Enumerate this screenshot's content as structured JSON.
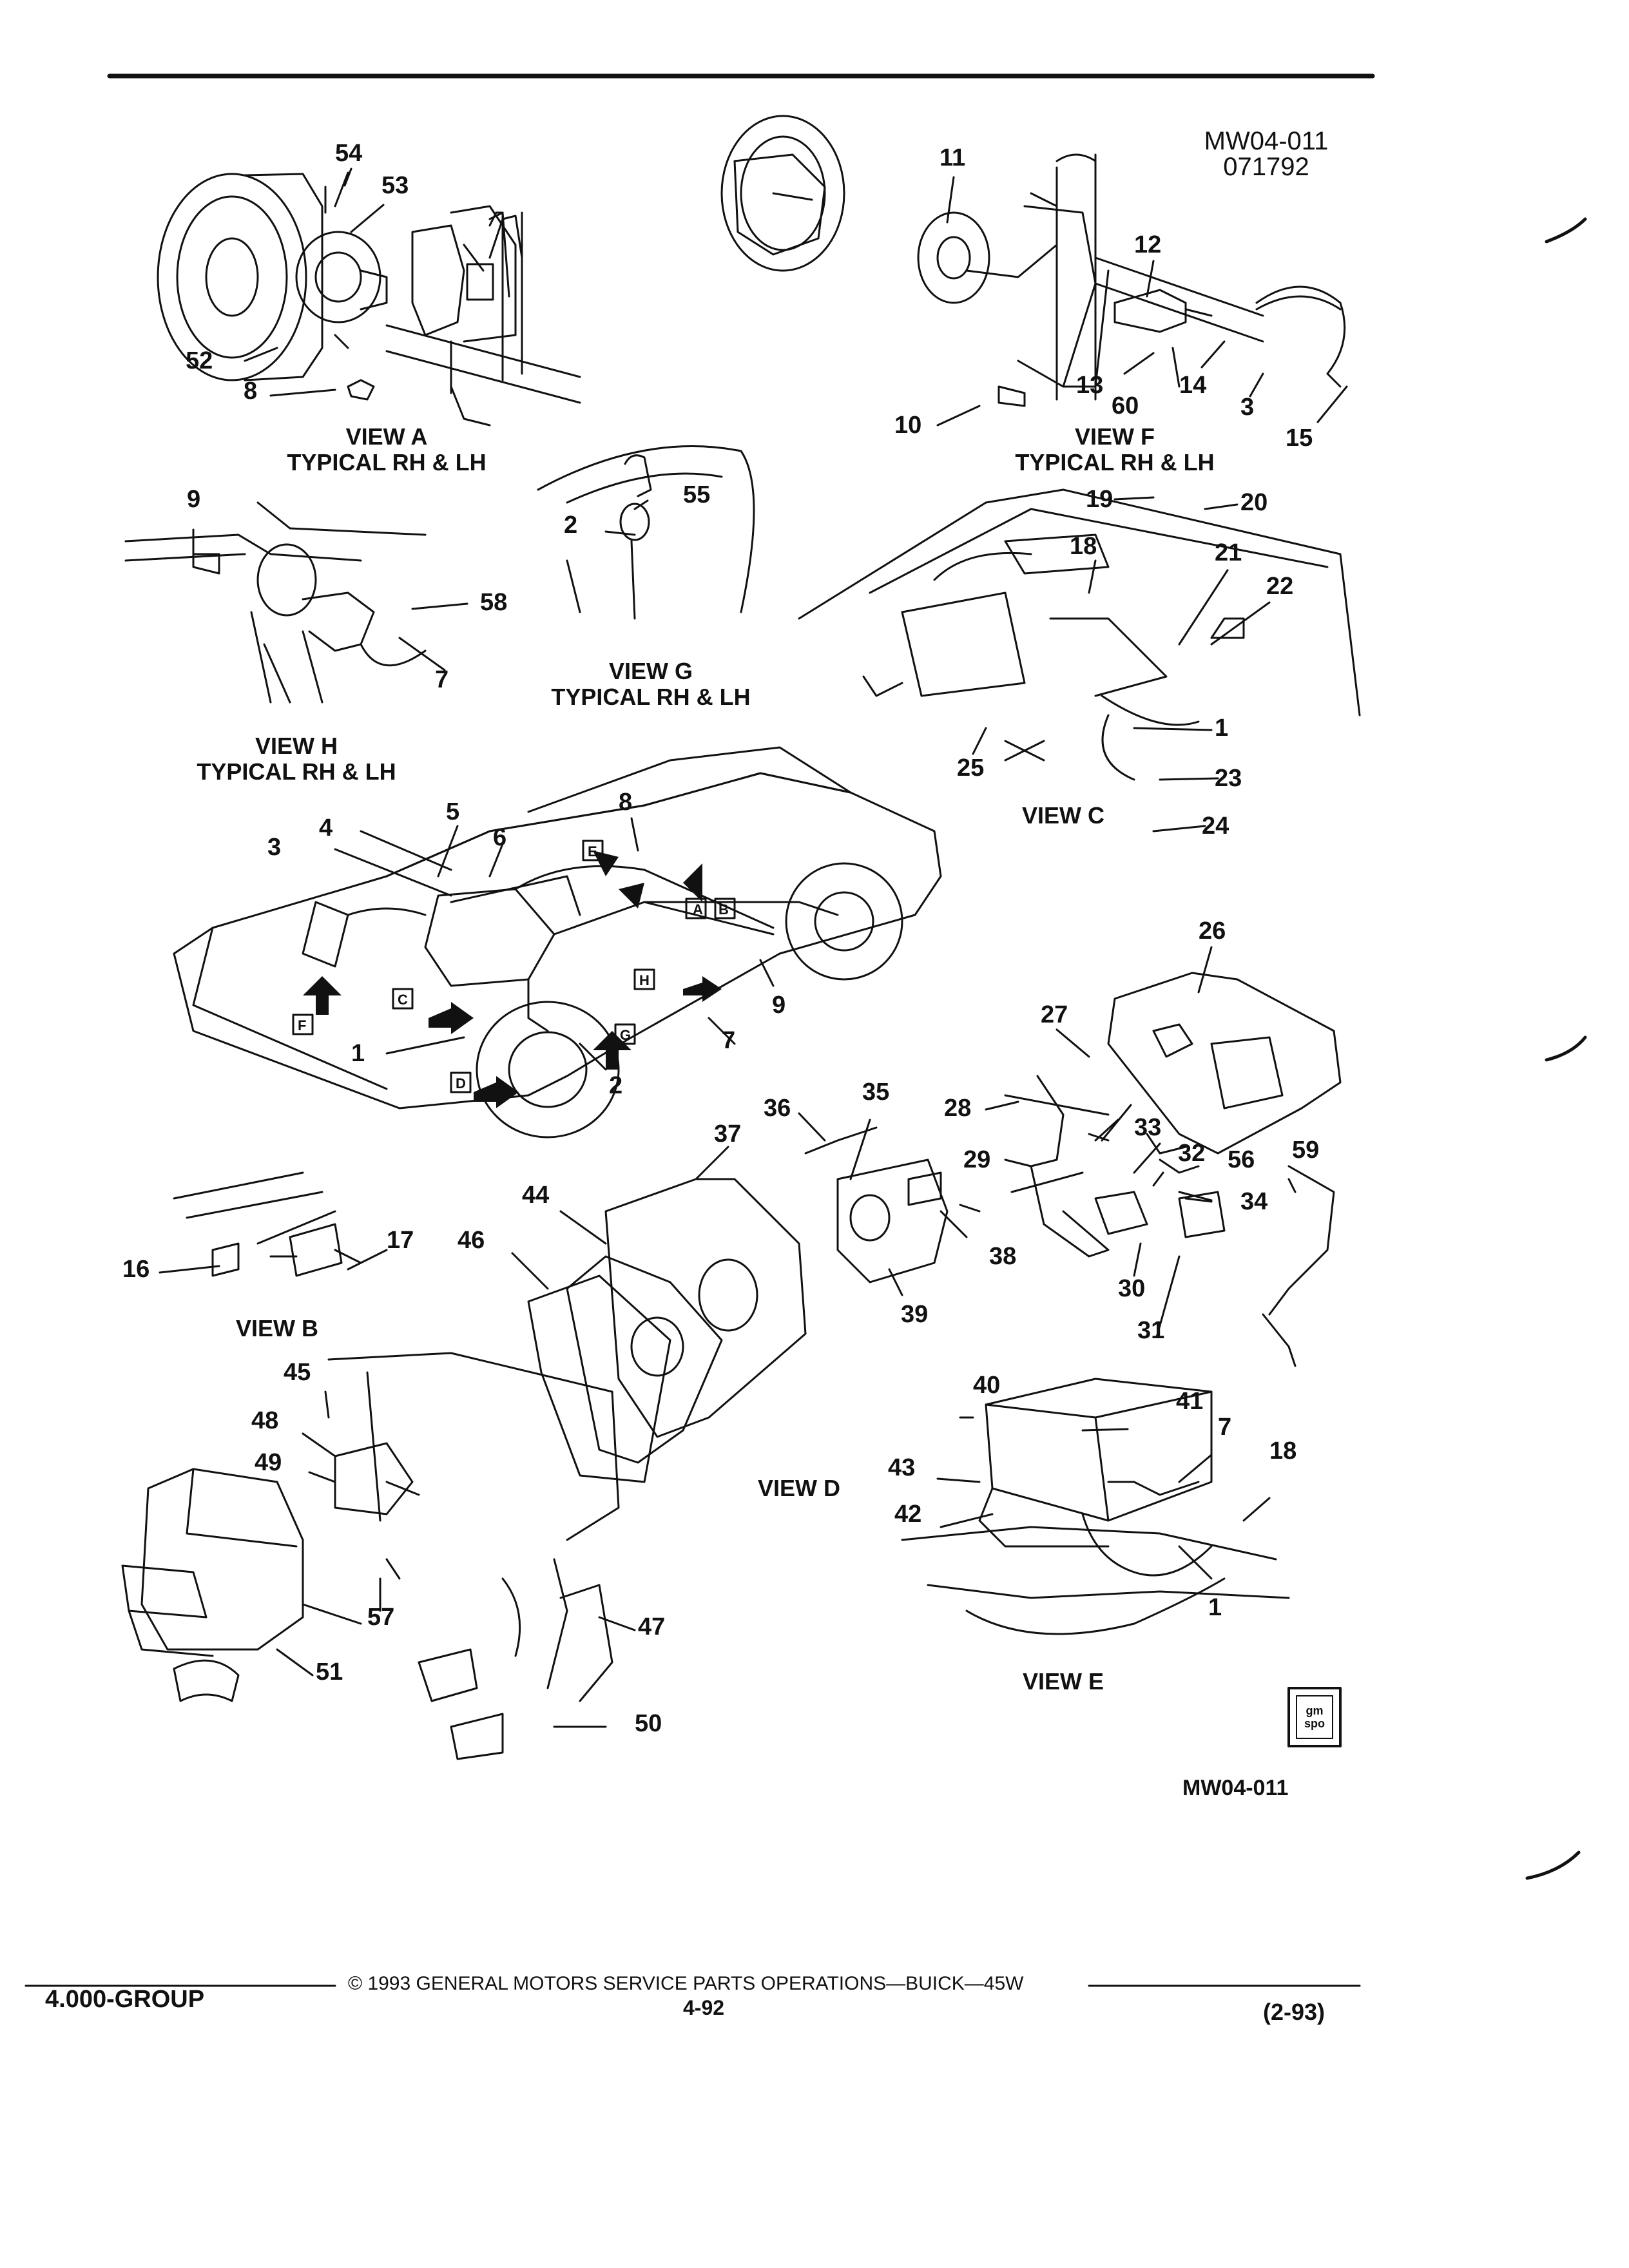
{
  "header": {
    "figure_code": "MW04-011",
    "figure_date": "071792"
  },
  "views": {
    "a_title": "VIEW A",
    "a_subtitle": "TYPICAL RH & LH",
    "f_title": "VIEW F",
    "f_subtitle": "TYPICAL RH & LH",
    "g_title": "VIEW G",
    "g_subtitle": "TYPICAL RH & LH",
    "h_title": "VIEW H",
    "h_subtitle": "TYPICAL RH & LH",
    "c_title": "VIEW C",
    "b_title": "VIEW B",
    "d_title": "VIEW D",
    "e_title": "VIEW E"
  },
  "view_arrows": [
    "A",
    "B",
    "C",
    "D",
    "E",
    "F",
    "G",
    "H"
  ],
  "callouts": [
    "1",
    "2",
    "3",
    "4",
    "5",
    "6",
    "7",
    "8",
    "9",
    "10",
    "11",
    "12",
    "13",
    "14",
    "15",
    "16",
    "17",
    "18",
    "19",
    "20",
    "21",
    "22",
    "23",
    "24",
    "25",
    "26",
    "27",
    "28",
    "29",
    "30",
    "31",
    "32",
    "33",
    "34",
    "35",
    "36",
    "37",
    "38",
    "39",
    "40",
    "41",
    "42",
    "43",
    "44",
    "45",
    "46",
    "47",
    "48",
    "49",
    "50",
    "51",
    "52",
    "53",
    "54",
    "55",
    "56",
    "57",
    "58",
    "59",
    "60"
  ],
  "logo": {
    "text": "gm spo"
  },
  "figure_number": "MW04-011",
  "footer": {
    "group": "4.000-GROUP",
    "copyright": "© 1993 GENERAL MOTORS SERVICE PARTS OPERATIONS—BUICK—45W",
    "page": "4-92",
    "revision": "(2-93)"
  }
}
